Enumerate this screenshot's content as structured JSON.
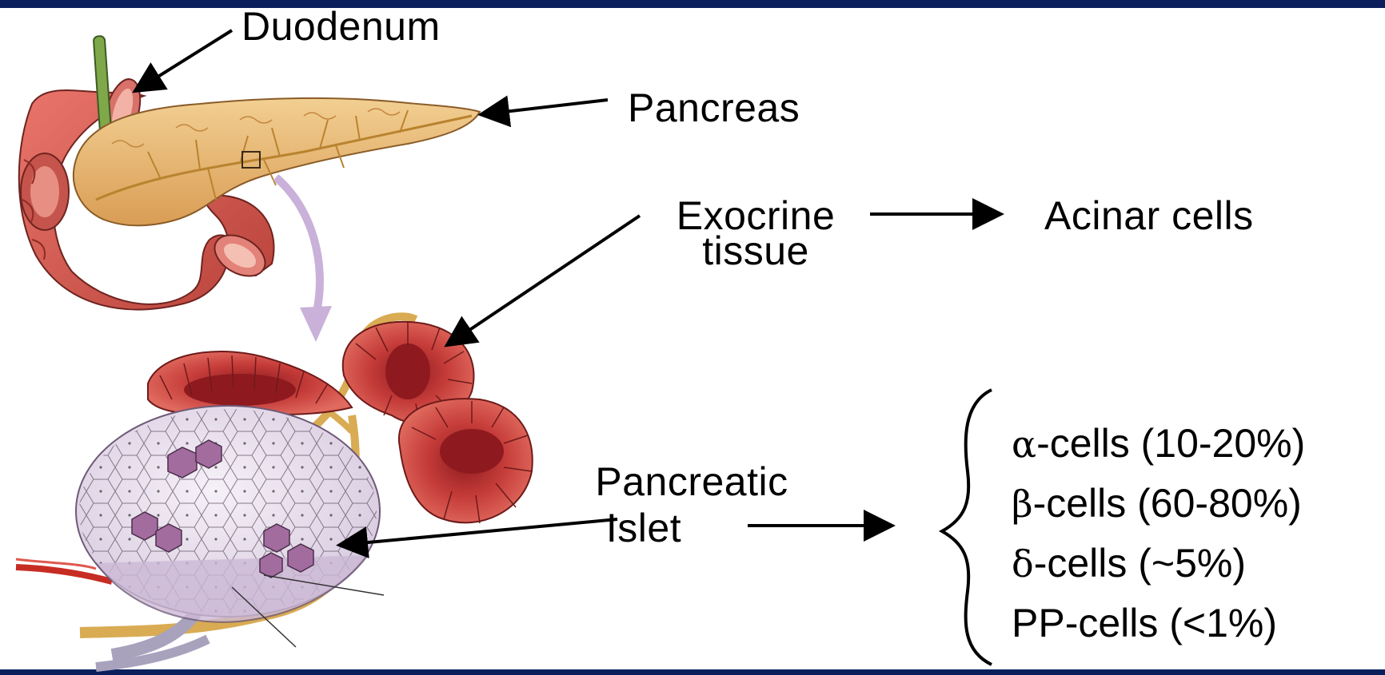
{
  "colors": {
    "frame": "#0a1f5c",
    "pancreas": "#e9b977",
    "duodenum": "#c94a3f",
    "acinus": "#c63d3a",
    "islet": "#ebe2ef",
    "islet_cell_dark": "#a36c9f",
    "duct": "#d9ab53",
    "artery": "#c72c23",
    "vein": "#a9a2bd",
    "bile_duct": "#7fa84a",
    "flow_arrow": "#c9b1d9"
  },
  "labels": {
    "duodenum": "Duodenum",
    "pancreas": "Pancreas",
    "exocrine_line1": "Exocrine",
    "exocrine_line2": "tissue",
    "acinar_cells": "Acinar cells",
    "islet_line1": "Pancreatic",
    "islet_line2": "Islet"
  },
  "cell_types": [
    {
      "symbol": "α",
      "text": "-cells (10-20%)"
    },
    {
      "symbol": "β",
      "text": "-cells (60-80%)"
    },
    {
      "symbol": "δ",
      "text": "-cells (~5%)"
    },
    {
      "symbol": "",
      "text": "PP-cells (<1%)"
    }
  ]
}
